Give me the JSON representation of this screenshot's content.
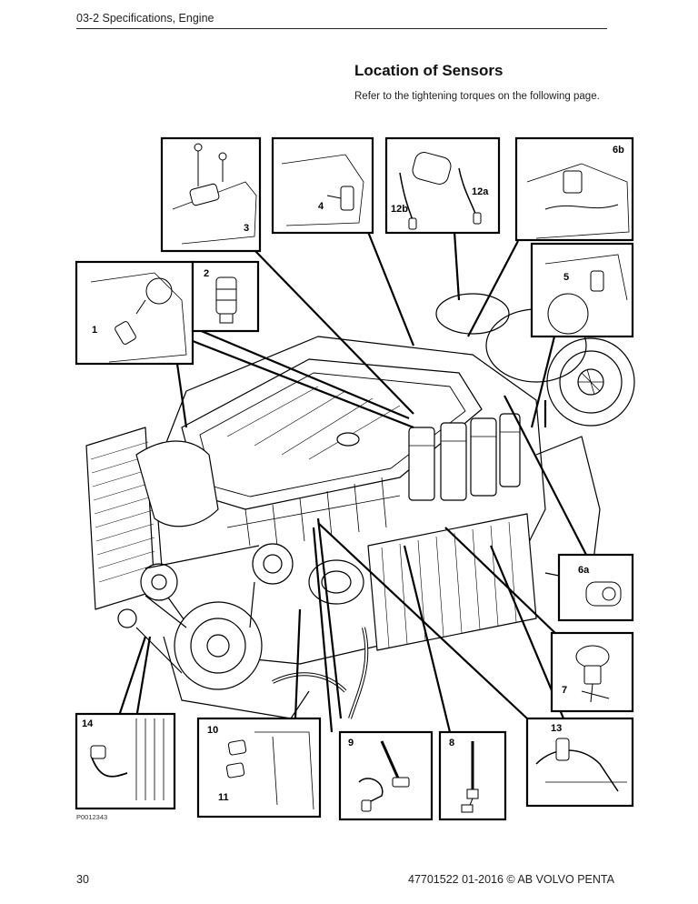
{
  "header": {
    "section": "03-2 Specifications, Engine"
  },
  "title": "Location of Sensors",
  "subtitle": "Refer to the tightening torques on the following page.",
  "figure": {
    "code": "P0012343",
    "callouts": [
      "1",
      "2",
      "3",
      "4",
      "5",
      "6a",
      "6b",
      "7",
      "8",
      "9",
      "10",
      "11",
      "12a",
      "12b",
      "13",
      "14"
    ]
  },
  "footer": {
    "page_number": "30",
    "doc_ref": "47701522 01-2016 © AB VOLVO PENTA"
  }
}
